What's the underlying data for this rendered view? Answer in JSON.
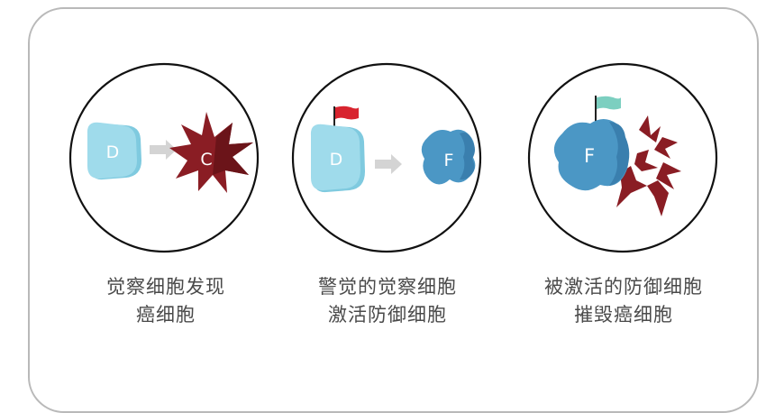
{
  "panels": [
    {
      "caption": [
        "觉察细胞发现",
        "癌细胞"
      ],
      "labels": {
        "detector": "D",
        "cancer": "C"
      }
    },
    {
      "caption": [
        "警觉的觉察细胞",
        "激活防御细胞"
      ],
      "labels": {
        "detector": "D",
        "defender": "F"
      }
    },
    {
      "caption": [
        "被激活的防御细胞",
        "摧毁癌细胞"
      ],
      "labels": {
        "defender": "F"
      }
    }
  ],
  "colors": {
    "detector": "#9fdbeb",
    "detector_shade": "#7fcadf",
    "defender": "#4b97c5",
    "defender_shade": "#3a7fae",
    "cancer": "#8a1d24",
    "cancer_dark": "#6b1419",
    "arrow": "#d4d4d4",
    "red_flag": "#d8242f",
    "teal_flag": "#7ccfc0",
    "frame": "#b9b9b9"
  }
}
